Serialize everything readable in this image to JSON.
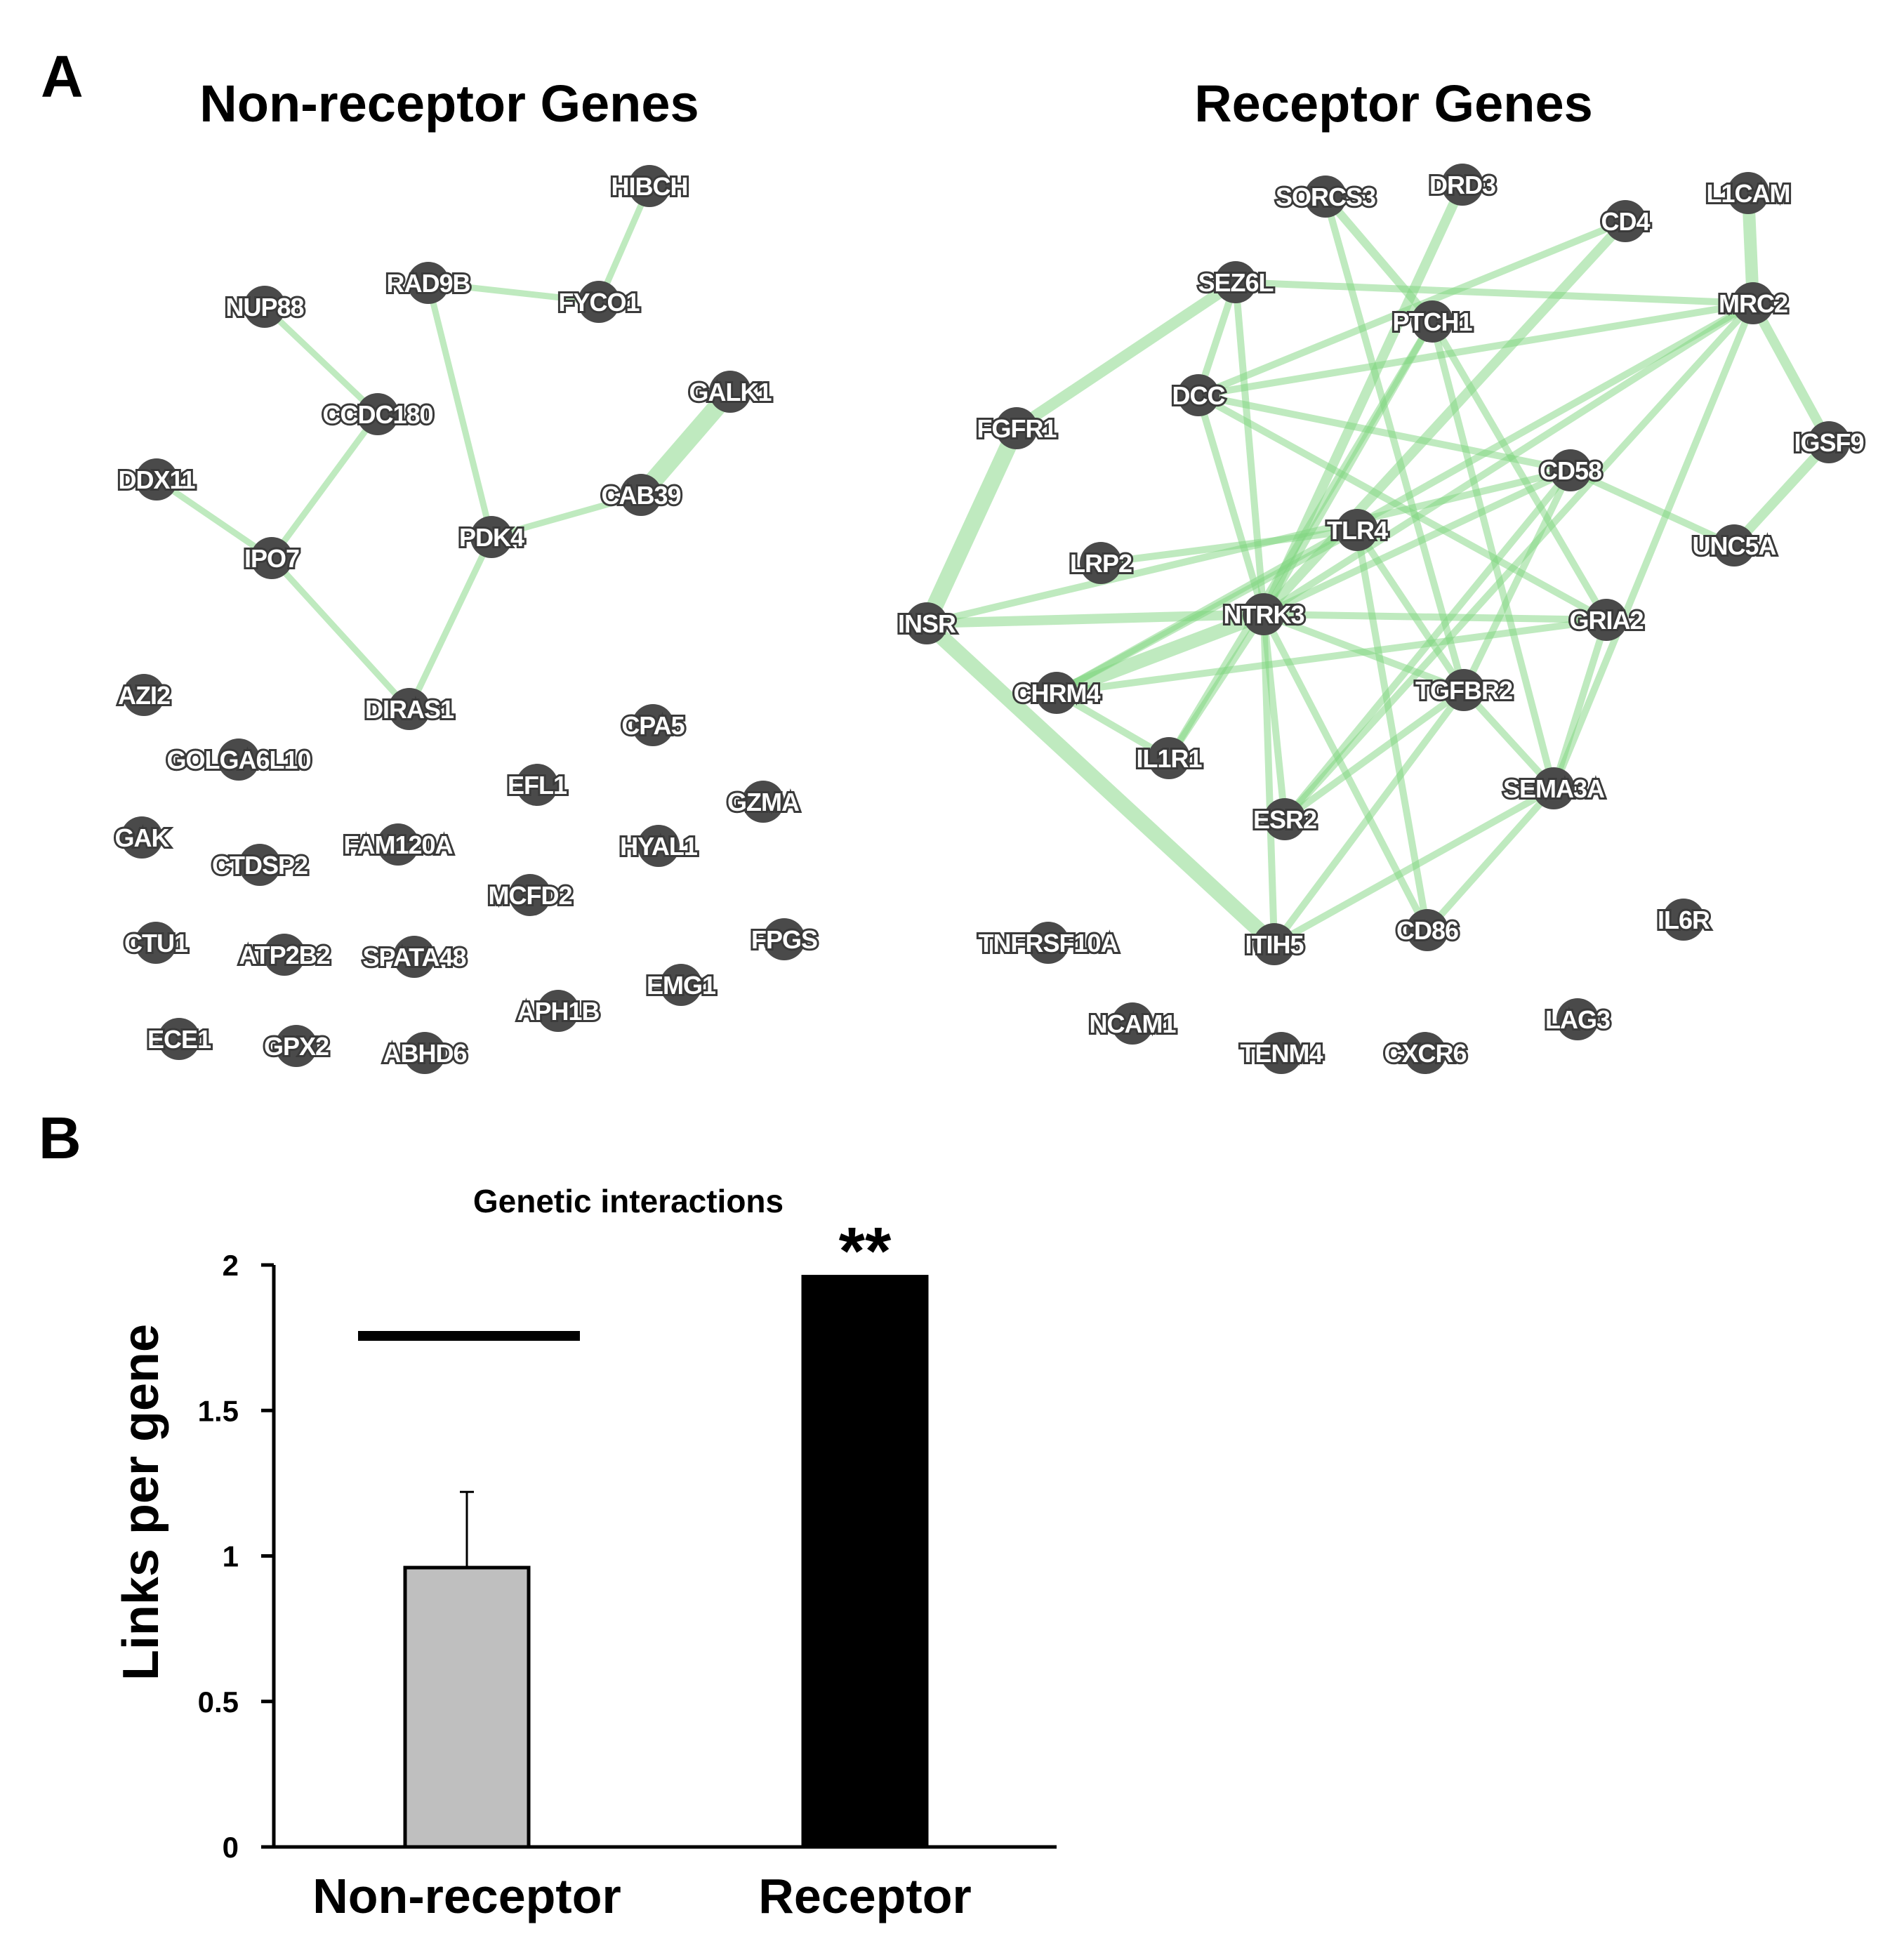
{
  "panels": {
    "a_label": "A",
    "b_label": "B"
  },
  "colors": {
    "node": "#4a4a4a",
    "edge": "#7fd67f",
    "bar_non_receptor": "#bfbfbf",
    "bar_receptor": "#000000"
  },
  "network_non_receptor": {
    "title": "Non-receptor Genes",
    "nodes": [
      "HIBCH",
      "RAD9B",
      "FYCO1",
      "NUP88",
      "GALK1",
      "CCDC180",
      "DDX11",
      "CAB39",
      "PDK4",
      "IPO7",
      "DIRAS1",
      "AZI2",
      "GOLGA6L10",
      "CPA5",
      "EFL1",
      "GZMA",
      "GAK",
      "CTDSP2",
      "FAM120A",
      "HYAL1",
      "MCFD2",
      "CTU1",
      "ATP2B2",
      "SPATA48",
      "FPGS",
      "EMG1",
      "APH1B",
      "ECE1",
      "GPX2",
      "ABHD6"
    ],
    "edges": [
      [
        "HIBCH",
        "FYCO1"
      ],
      [
        "RAD9B",
        "FYCO1"
      ],
      [
        "RAD9B",
        "PDK4"
      ],
      [
        "NUP88",
        "CCDC180"
      ],
      [
        "CCDC180",
        "IPO7"
      ],
      [
        "DDX11",
        "IPO7"
      ],
      [
        "IPO7",
        "DIRAS1"
      ],
      [
        "PDK4",
        "DIRAS1"
      ],
      [
        "PDK4",
        "CAB39"
      ],
      [
        "CAB39",
        "GALK1"
      ]
    ]
  },
  "network_receptor": {
    "title": "Receptor Genes",
    "nodes": [
      "SORCS3",
      "DRD3",
      "L1CAM",
      "CD4",
      "SEZ6L",
      "MRC2",
      "PTCH1",
      "DCC",
      "FGFR1",
      "IGSF9",
      "CD58",
      "TLR4",
      "UNC5A",
      "LRP2",
      "INSR",
      "NTRK3",
      "GRIA2",
      "CHRM4",
      "TGFBR2",
      "IL1R1",
      "SEMA3A",
      "ESR2",
      "TNFRSF10A",
      "ITIH5",
      "CD86",
      "IL6R",
      "NCAM1",
      "LAG3",
      "TENM4",
      "CXCR6"
    ],
    "edges": [
      [
        "SORCS3",
        "PTCH1"
      ],
      [
        "SORCS3",
        "TGFBR2"
      ],
      [
        "DRD3",
        "NTRK3"
      ],
      [
        "L1CAM",
        "MRC2"
      ],
      [
        "CD4",
        "DCC"
      ],
      [
        "CD4",
        "NTRK3"
      ],
      [
        "SEZ6L",
        "MRC2"
      ],
      [
        "SEZ6L",
        "FGFR1"
      ],
      [
        "SEZ6L",
        "NTRK3"
      ],
      [
        "SEZ6L",
        "DCC"
      ],
      [
        "MRC2",
        "IGSF9"
      ],
      [
        "MRC2",
        "DCC"
      ],
      [
        "MRC2",
        "NTRK3"
      ],
      [
        "MRC2",
        "ESR2"
      ],
      [
        "MRC2",
        "CHRM4"
      ],
      [
        "MRC2",
        "SEMA3A"
      ],
      [
        "PTCH1",
        "GRIA2"
      ],
      [
        "PTCH1",
        "NTRK3"
      ],
      [
        "PTCH1",
        "SEMA3A"
      ],
      [
        "PTCH1",
        "IL1R1"
      ],
      [
        "DCC",
        "CD58"
      ],
      [
        "DCC",
        "NTRK3"
      ],
      [
        "DCC",
        "GRIA2"
      ],
      [
        "FGFR1",
        "INSR"
      ],
      [
        "IGSF9",
        "UNC5A"
      ],
      [
        "CD58",
        "UNC5A"
      ],
      [
        "CD58",
        "NTRK3"
      ],
      [
        "CD58",
        "ESR2"
      ],
      [
        "CD58",
        "TGFBR2"
      ],
      [
        "CD58",
        "INSR"
      ],
      [
        "TLR4",
        "LRP2"
      ],
      [
        "TLR4",
        "TGFBR2"
      ],
      [
        "TLR4",
        "CHRM4"
      ],
      [
        "TLR4",
        "CD86"
      ],
      [
        "INSR",
        "NTRK3"
      ],
      [
        "INSR",
        "ITIH5"
      ],
      [
        "NTRK3",
        "GRIA2"
      ],
      [
        "NTRK3",
        "TGFBR2"
      ],
      [
        "NTRK3",
        "ESR2"
      ],
      [
        "NTRK3",
        "CHRM4"
      ],
      [
        "NTRK3",
        "IL1R1"
      ],
      [
        "NTRK3",
        "ITIH5"
      ],
      [
        "NTRK3",
        "CD86"
      ],
      [
        "GRIA2",
        "SEMA3A"
      ],
      [
        "GRIA2",
        "CHRM4"
      ],
      [
        "TGFBR2",
        "SEMA3A"
      ],
      [
        "TGFBR2",
        "ITIH5"
      ],
      [
        "TGFBR2",
        "ESR2"
      ],
      [
        "SEMA3A",
        "ITIH5"
      ],
      [
        "SEMA3A",
        "CD86"
      ],
      [
        "CHRM4",
        "IL1R1"
      ]
    ]
  },
  "chart_data": {
    "type": "bar",
    "title": "Genetic interactions",
    "ylabel": "Links per gene",
    "xlabel": "",
    "ylim": [
      0,
      2
    ],
    "yticks": [
      "0",
      "0.5",
      "1",
      "1.5",
      "2"
    ],
    "categories": [
      "Non-receptor",
      "Receptor"
    ],
    "values": [
      0.96,
      1.96
    ],
    "error_plus": [
      0.26,
      0.0
    ],
    "significance": "**"
  }
}
